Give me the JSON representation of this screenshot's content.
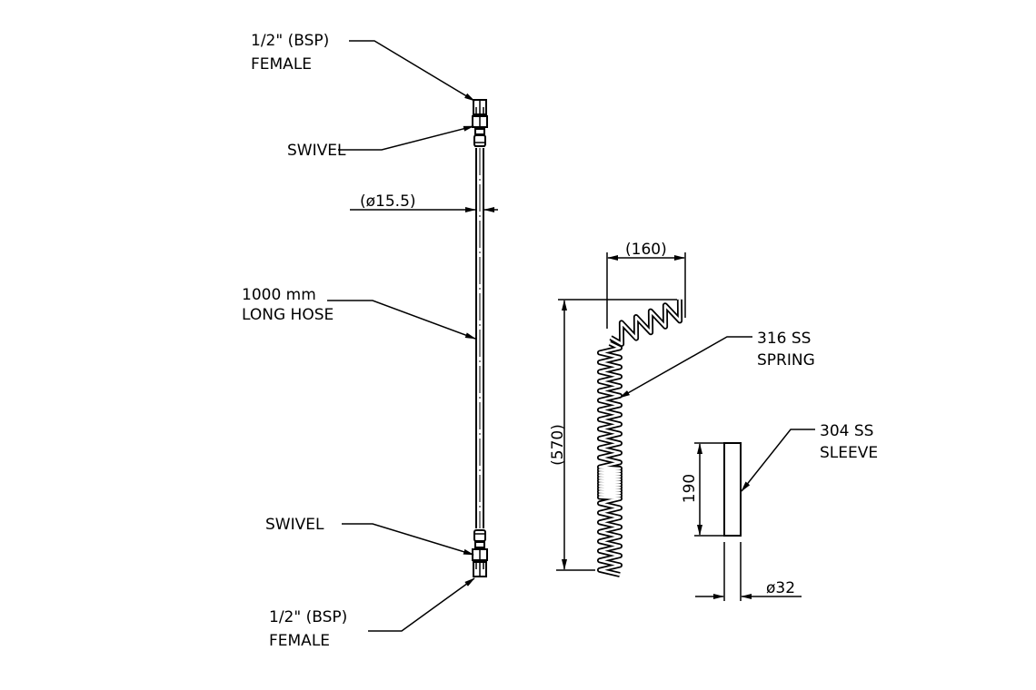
{
  "labels": {
    "top_fitting_line1": "1/2\" (BSP)",
    "top_fitting_line2": "FEMALE",
    "top_swivel": "SWIVEL",
    "hose_diameter": "(ø15.5)",
    "hose_length_line1": "1000 mm",
    "hose_length_line2": "LONG HOSE",
    "bottom_swivel": "SWIVEL",
    "bottom_fitting_line1": "1/2\" (BSP)",
    "bottom_fitting_line2": "FEMALE",
    "spring_width": "(160)",
    "spring_length": "(570)",
    "spring_line1": "316 SS",
    "spring_line2": "SPRING",
    "sleeve_length": "190",
    "sleeve_diameter": "ø32",
    "sleeve_line1": "304 SS",
    "sleeve_line2": "SLEEVE"
  },
  "colors": {
    "line": "#000000",
    "background": "#ffffff"
  }
}
